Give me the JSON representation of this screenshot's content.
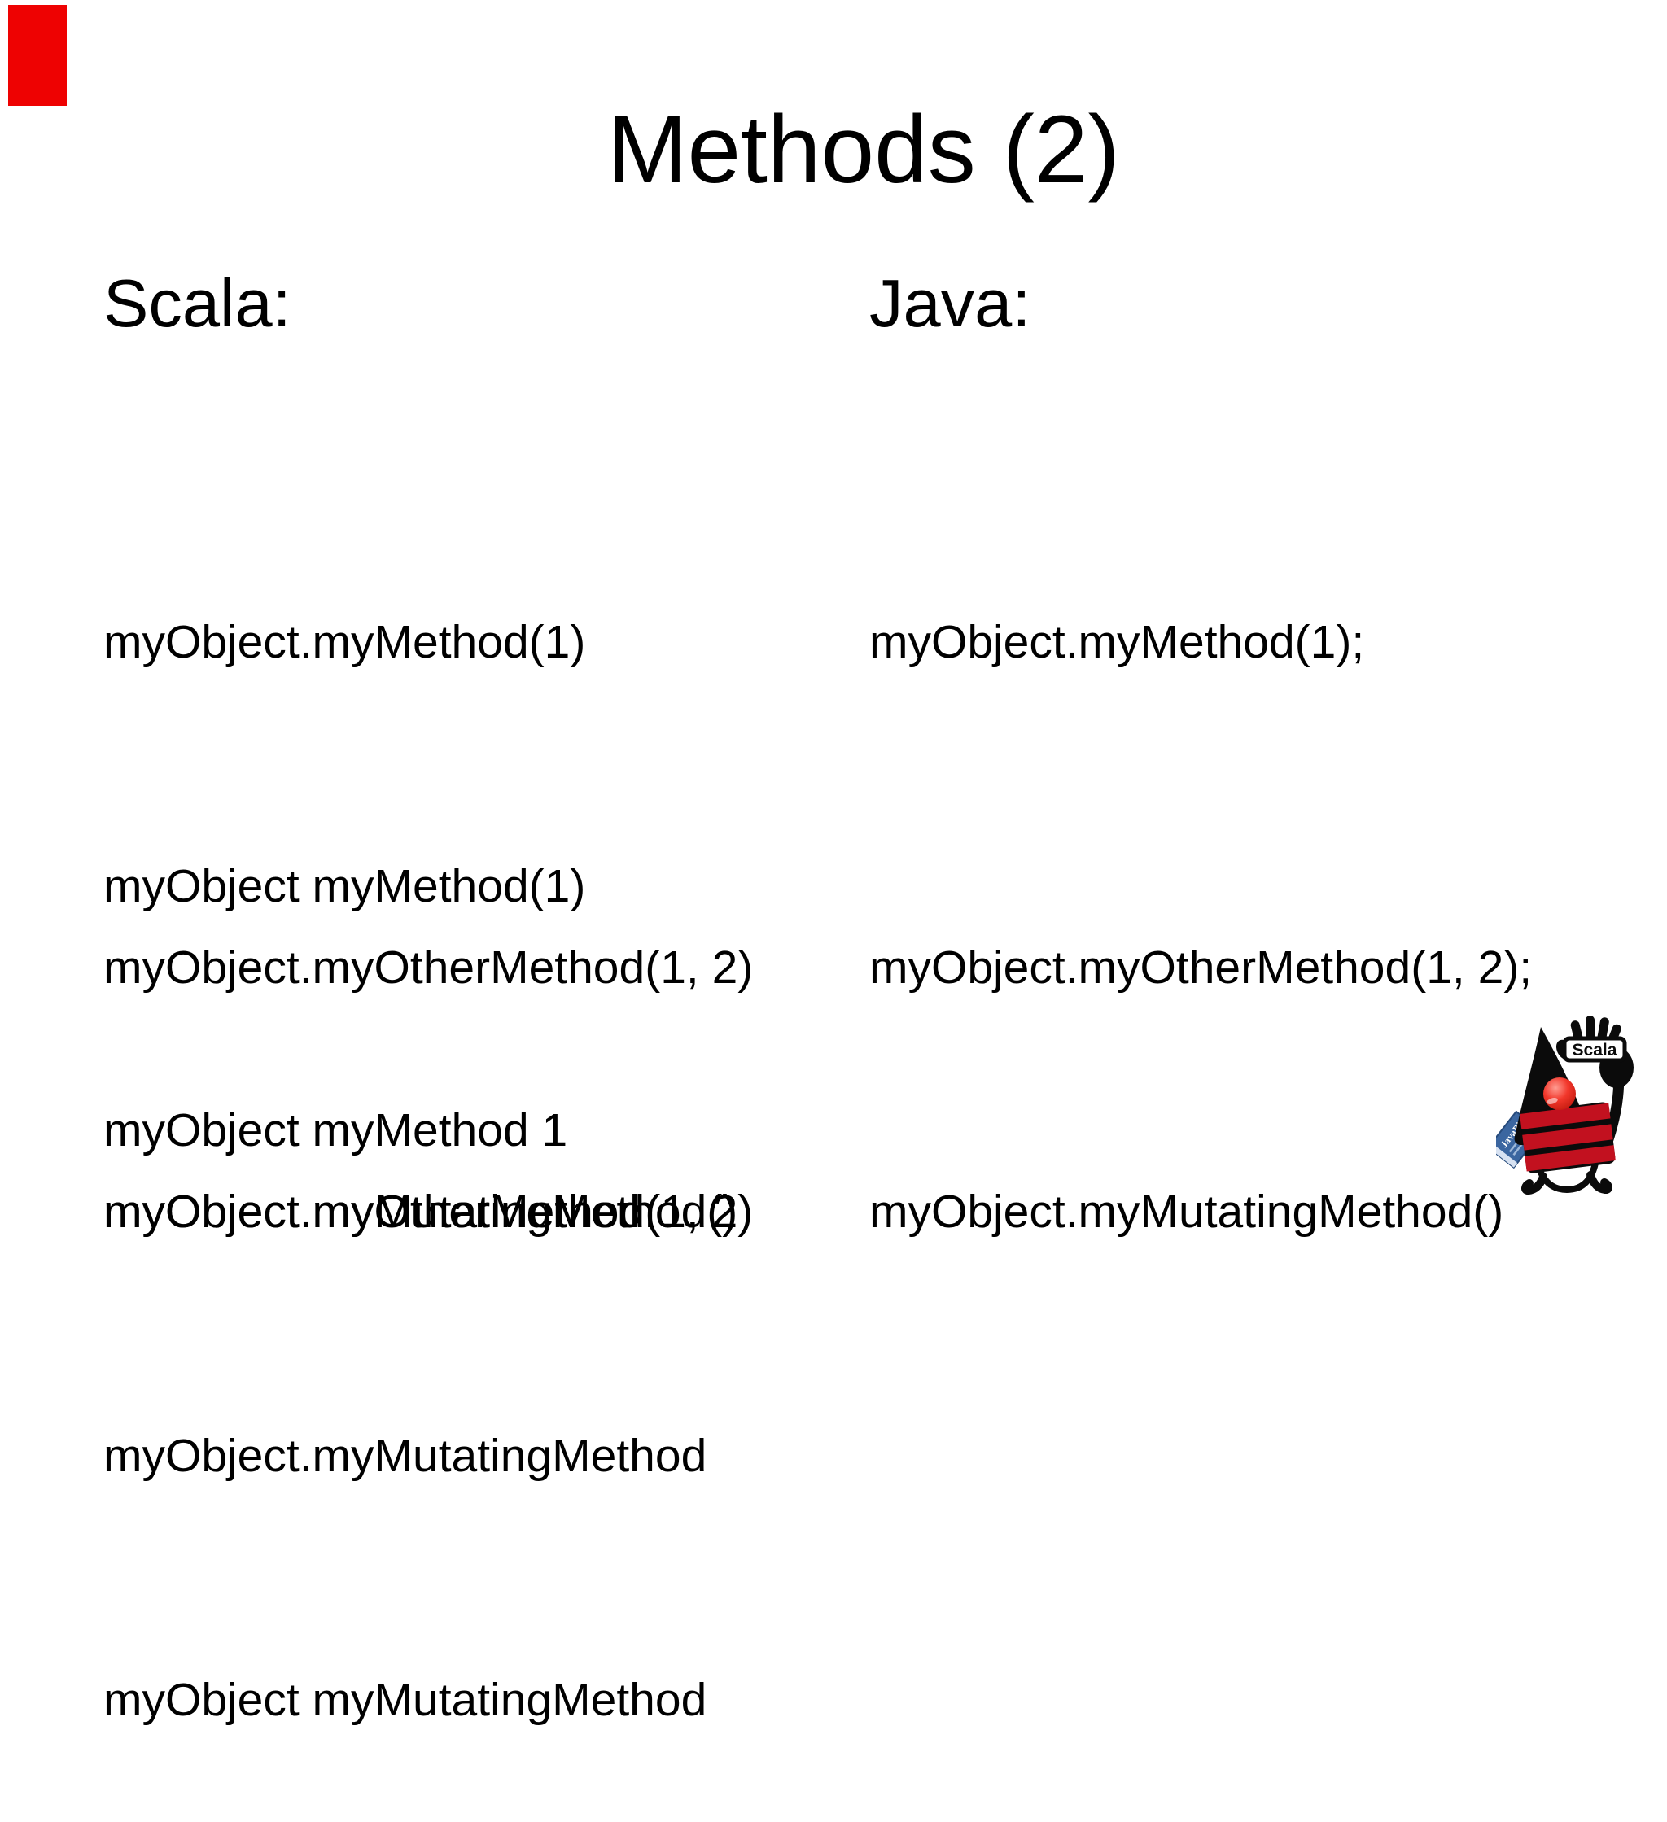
{
  "slide": {
    "title": "Methods (2)",
    "accent": {
      "color": "#ee0202"
    },
    "columns": {
      "scala": {
        "header": "Scala:",
        "block1": [
          "myObject.myMethod(1)",
          "myObject myMethod(1)",
          "myObject myMethod 1"
        ],
        "block2": [
          "myObject.myOtherMethod(1, 2)",
          "myObject myOtherMethod(1, 2)"
        ],
        "block3": [
          "myObject.myMutatingMethod()",
          "myObject.myMutatingMethod",
          "myObject myMutatingMethod"
        ]
      },
      "java": {
        "header": "Java:",
        "block1": [
          "myObject.myMethod(1);"
        ],
        "block2": [
          "myObject.myOtherMethod(1, 2);"
        ],
        "block3": [
          "myObject.myMutatingMethod()"
        ]
      }
    },
    "mascot": {
      "sign_label": "Scala",
      "book_label": "JavaBi",
      "colors": {
        "stripe_red": "#c2111f",
        "nose_red": "#f2372b",
        "book_blue": "#3b66a0"
      }
    }
  }
}
